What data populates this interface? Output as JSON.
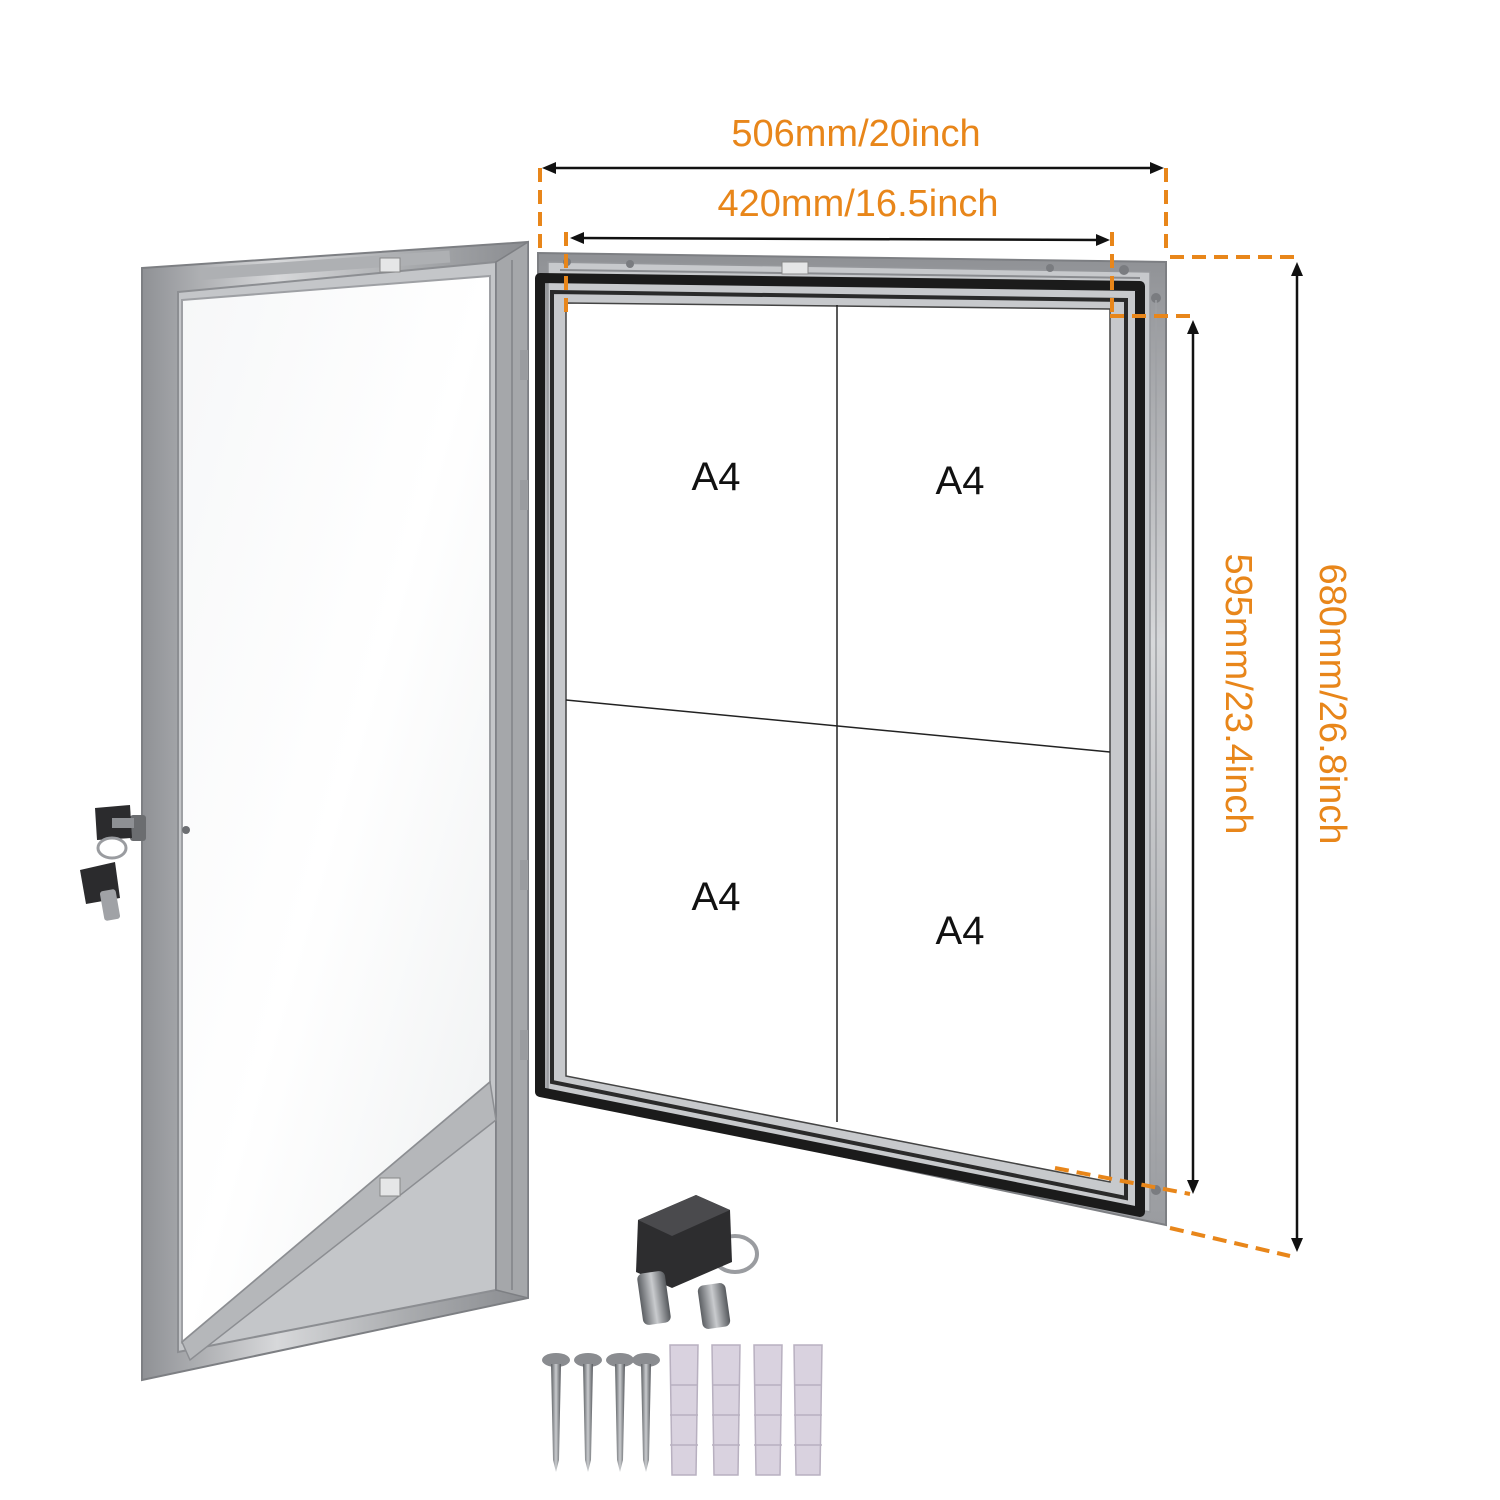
{
  "dimensions": {
    "outer_width": "506mm/20inch",
    "inner_width": "420mm/16.5inch",
    "inner_height": "595mm/23.4inch",
    "outer_height": "680mm/26.8inch"
  },
  "panels": [
    {
      "label": "A4"
    },
    {
      "label": "A4"
    },
    {
      "label": "A4"
    },
    {
      "label": "A4"
    }
  ],
  "colors": {
    "dimension": "#e8861a",
    "frame": "#b9bbbe",
    "seal": "#1b1b1b",
    "anchor": "#d9d2df"
  }
}
